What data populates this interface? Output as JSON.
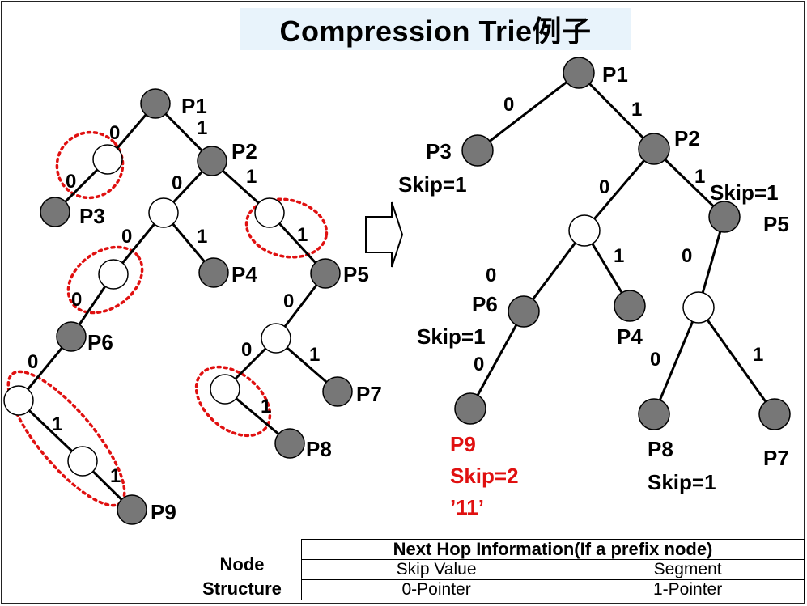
{
  "title": "Compression Trie例子",
  "left_tree": {
    "edge_labels": [
      "0",
      "1",
      "0",
      "0",
      "1",
      "1",
      "0",
      "1",
      "0",
      "0",
      "0",
      "1",
      "0",
      "1",
      "1",
      "1"
    ],
    "prefix_nodes": [
      "P1",
      "P2",
      "P3",
      "P4",
      "P5",
      "P6",
      "P7",
      "P8",
      "P9"
    ]
  },
  "right_tree": {
    "edge_labels": [
      "0",
      "1",
      "0",
      "1",
      "1",
      "0",
      "0",
      "0",
      "0",
      "1"
    ],
    "labels": {
      "p1": "P1",
      "p2": "P2",
      "p3": "P3",
      "p3_skip": "Skip=1",
      "p5_skip": "Skip=1",
      "p5": "P5",
      "p6": "P6",
      "p6_skip": "Skip=1",
      "p4": "P4",
      "p9": "P9",
      "p9_skip": "Skip=2",
      "p9_segment": "’11’",
      "p8": "P8",
      "p8_skip": "Skip=1",
      "p7": "P7"
    }
  },
  "node_structure": {
    "label_line1": "Node",
    "label_line2": "Structure",
    "header": "Next Hop Information(If a prefix node)",
    "row1": [
      "Skip Value",
      "Segment"
    ],
    "row2": [
      "0-Pointer",
      "1-Pointer"
    ]
  },
  "colors": {
    "prefix_node": "#777777",
    "highlight": "#e01010",
    "title_bg": "#e8f3fb"
  }
}
